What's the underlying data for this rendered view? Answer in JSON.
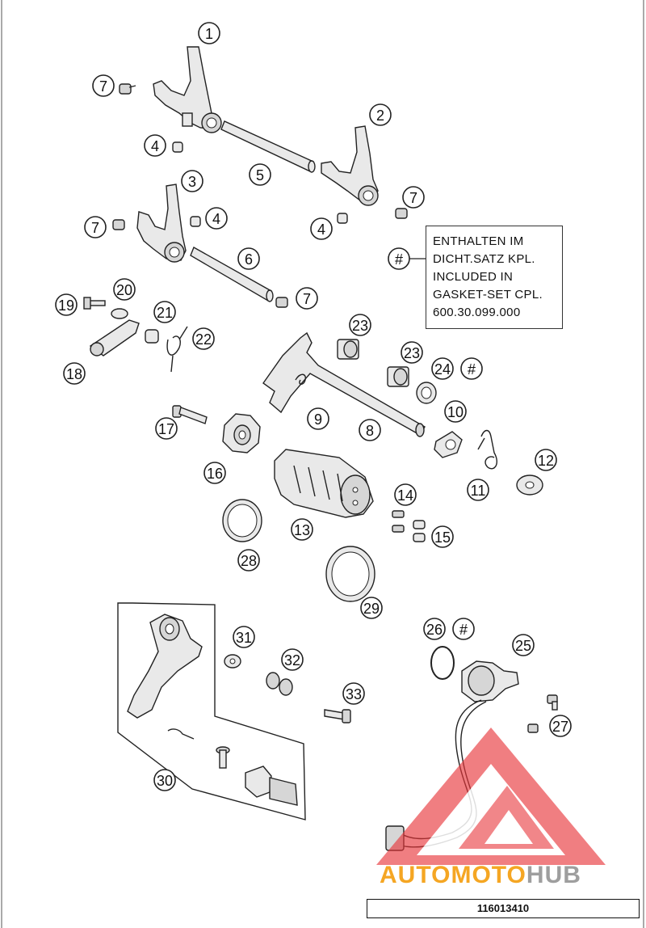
{
  "callouts": {
    "c1": "1",
    "c2": "2",
    "c3": "3",
    "c4a": "4",
    "c4b": "4",
    "c4c": "4",
    "c5": "5",
    "c6": "6",
    "c7a": "7",
    "c7b": "7",
    "c7c": "7",
    "c7d": "7",
    "c8": "8",
    "c9": "9",
    "c10": "10",
    "c11": "11",
    "c12": "12",
    "c13": "13",
    "c14": "14",
    "c15": "15",
    "c16": "16",
    "c17": "17",
    "c18": "18",
    "c19": "19",
    "c20": "20",
    "c21": "21",
    "c22": "22",
    "c23a": "23",
    "c23b": "23",
    "c24": "24",
    "c25": "25",
    "c26": "26",
    "c27": "27",
    "c28": "28",
    "c29": "29",
    "c30": "30",
    "c31": "31",
    "c32": "32",
    "c33": "33",
    "hash1": "#",
    "hash2": "#",
    "hash3": "#"
  },
  "note": {
    "line1": "ENTHALTEN IM",
    "line2": "DICHT.SATZ KPL.",
    "line3": "INCLUDED IN",
    "line4": "GASKET-SET CPL.",
    "line5": "600.30.099.000"
  },
  "footer": {
    "code": "116013410"
  },
  "watermark": {
    "part1": "AUTOMOTO",
    "part2": "HUB",
    "color_accent": "#f5a623",
    "color_gray": "#9e9e9e",
    "triangle_color": "#e8353a"
  }
}
